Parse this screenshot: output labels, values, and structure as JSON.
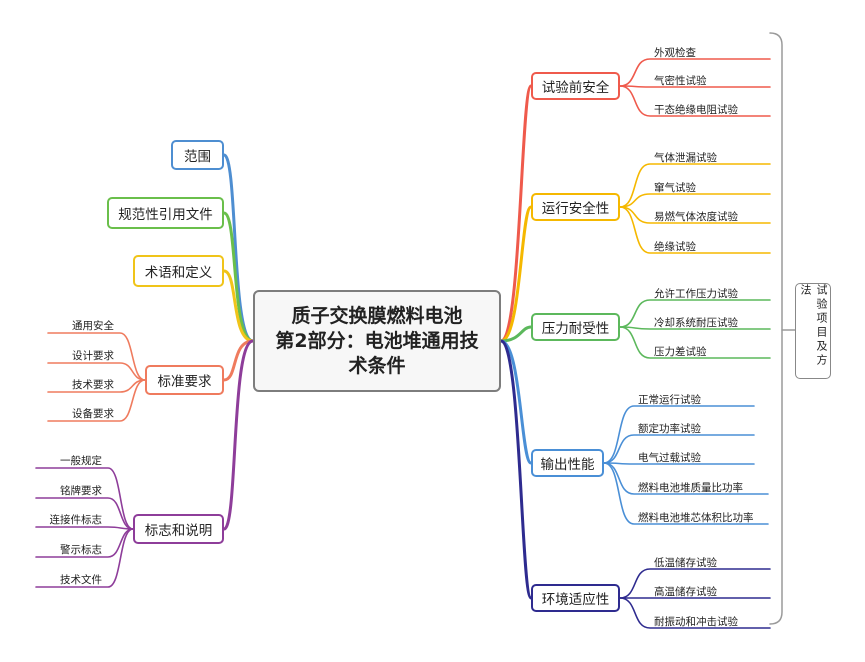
{
  "center": {
    "line1": "质子交换膜燃料电池",
    "line2": "第2部分：电池堆通用技",
    "line3": "术条件"
  },
  "side_label": "试验项目及方法",
  "left": [
    {
      "label": "范围",
      "color": "#4e8ed1",
      "leaves": []
    },
    {
      "label": "规范性引用文件",
      "color": "#6abf4b",
      "leaves": []
    },
    {
      "label": "术语和定义",
      "color": "#f0c419",
      "leaves": []
    },
    {
      "label": "标准要求",
      "color": "#ef7b5e",
      "leaves": [
        "通用安全",
        "设计要求",
        "技术要求",
        "设备要求"
      ]
    },
    {
      "label": "标志和说明",
      "color": "#8e3d9a",
      "leaves": [
        "一般规定",
        "铭牌要求",
        "连接件标志",
        "警示标志",
        "技术文件"
      ]
    }
  ],
  "right": [
    {
      "label": "试验前安全",
      "color": "#ef5a4c",
      "leaves": [
        "外观检查",
        "气密性试验",
        "干态绝缘电阻试验"
      ]
    },
    {
      "label": "运行安全性",
      "color": "#f5b800",
      "leaves": [
        "气体泄漏试验",
        "窜气试验",
        "易燃气体浓度试验",
        "绝缘试验"
      ]
    },
    {
      "label": "压力耐受性",
      "color": "#5cb85c",
      "leaves": [
        "允许工作压力试验",
        "冷却系统耐压试验",
        "压力差试验"
      ]
    },
    {
      "label": "输出性能",
      "color": "#4a8fd6",
      "leaves": [
        "正常运行试验",
        "额定功率试验",
        "电气过载试验",
        "燃料电池堆质量比功率",
        "燃料电池堆芯体积比功率"
      ]
    },
    {
      "label": "环境适应性",
      "color": "#2e2b8f",
      "leaves": [
        "低温储存试验",
        "高温储存试验",
        "耐振动和冲击试验"
      ]
    }
  ]
}
